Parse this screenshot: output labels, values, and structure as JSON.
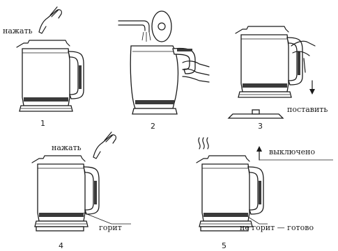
{
  "steps": [
    {
      "number": "1",
      "label": "нажать"
    },
    {
      "number": "2"
    },
    {
      "number": "3",
      "label": "поставить"
    },
    {
      "number": "4",
      "label": "нажать",
      "label2": "горит"
    },
    {
      "number": "5",
      "label": "выключено",
      "label2": "не горит — готово"
    }
  ]
}
